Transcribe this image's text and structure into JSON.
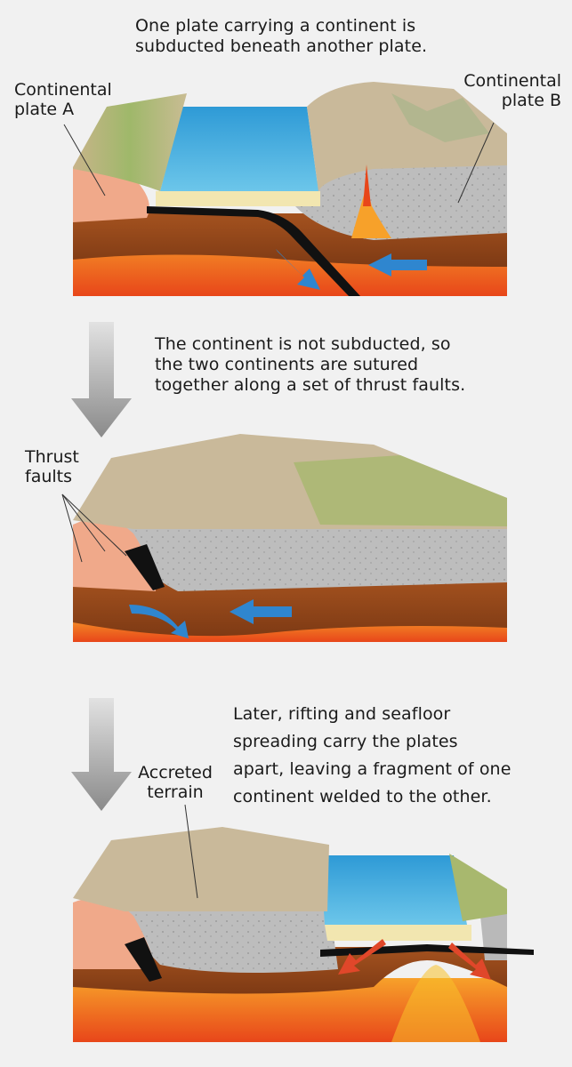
{
  "panel1": {
    "caption": "One plate carrying a continent is\nsubducted beneath another plate.",
    "label_a": "Continental\nplate A",
    "label_b": "Continental\nplate B"
  },
  "panel2": {
    "caption": "The continent is not subducted, so\nthe two continents are sutured\ntogether along a set of thrust faults.",
    "label_thrust": "Thrust\nfaults"
  },
  "panel3": {
    "caption": "Later, rifting and seafloor\nspreading carry the plates\napart, leaving a fragment of one\ncontinent welded to the other.",
    "label_accreted": "Accreted\nterrain"
  },
  "colors": {
    "ocean": "#3aa6d8",
    "continental_a": "#f0a98a",
    "continental_b": "#b9b9b9",
    "mantle": "#9a4a1e",
    "magma": "#f26a1b",
    "arrow_convergent": "#2f86cf",
    "arrow_divergent": "#e0472a"
  }
}
